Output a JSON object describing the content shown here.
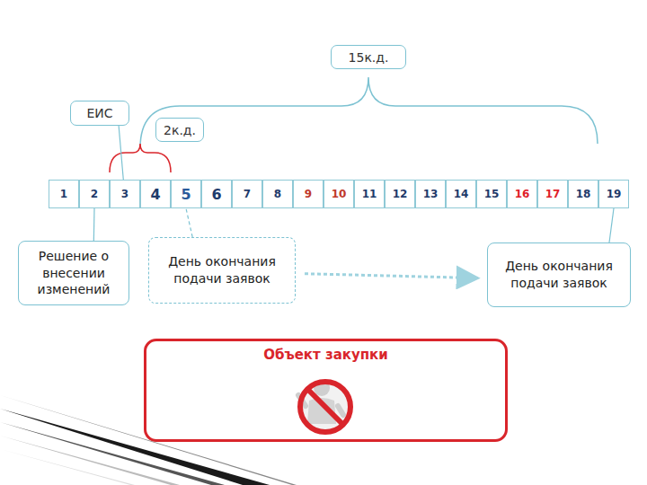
{
  "diagram": {
    "nodes": [
      {
        "text": [
          "15к.д."
        ]
      },
      {
        "text": [
          "ЕИС"
        ]
      },
      {
        "text": [
          "2к.д."
        ]
      },
      {
        "text": [
          "1"
        ]
      },
      {
        "text": [
          "2"
        ]
      },
      {
        "text": [
          "3"
        ]
      },
      {
        "text": [
          "4"
        ]
      },
      {
        "text": [
          "5"
        ]
      },
      {
        "text": [
          "6"
        ]
      },
      {
        "text": [
          "7"
        ]
      },
      {
        "text": [
          "8"
        ]
      },
      {
        "text": [
          "9"
        ]
      },
      {
        "text": [
          "10"
        ]
      },
      {
        "text": [
          "11"
        ]
      },
      {
        "text": [
          "12"
        ]
      },
      {
        "text": [
          "13"
        ]
      },
      {
        "text": [
          "14"
        ]
      },
      {
        "text": [
          "15"
        ]
      },
      {
        "text": [
          "16"
        ]
      },
      {
        "text": [
          "17"
        ]
      },
      {
        "text": [
          "18"
        ]
      },
      {
        "text": [
          "19"
        ]
      },
      {
        "text": [
          "Решение о внесении изменений"
        ]
      },
      {
        "text": [
          "День окончания подачи заявок"
        ]
      },
      {
        "text": [
          "День окончания подачи заявок"
        ]
      },
      {
        "text": [
          "Объект закупки"
        ]
      }
    ],
    "edges": [
      {
        "from": 1,
        "to": 5,
        "arrow": "none"
      },
      {
        "from": 22,
        "to": 4,
        "arrow": "none"
      },
      {
        "from": 23,
        "to": 7,
        "arrow": "none"
      },
      {
        "from": 24,
        "to": 21,
        "arrow": "none"
      },
      {
        "from": 23,
        "to": 24,
        "arrow": "to"
      }
    ]
  }
}
